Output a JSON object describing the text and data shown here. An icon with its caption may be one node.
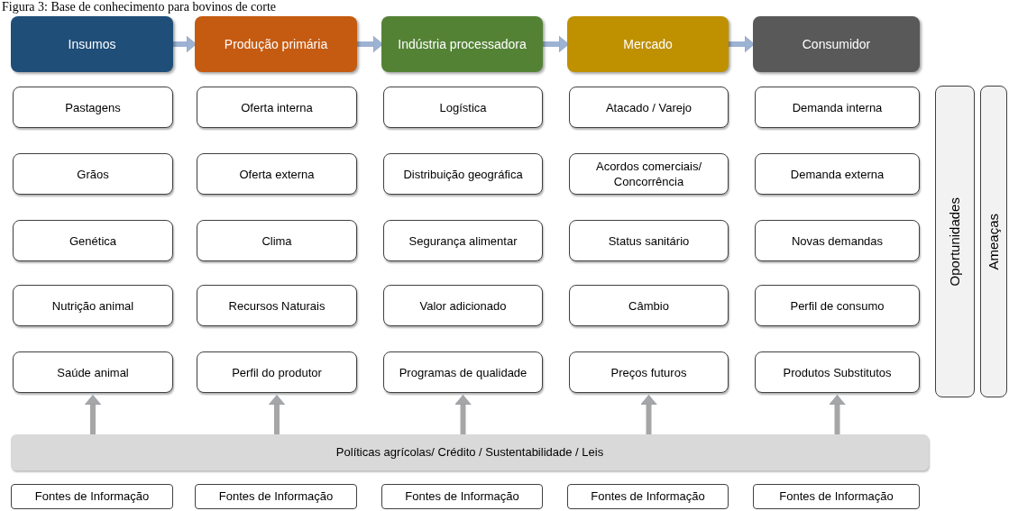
{
  "diagram": {
    "title": "Figura 3: Base de conhecimento para bovinos de corte",
    "nodes": [
      {
        "text": [
          "Insumos"
        ]
      },
      {
        "text": [
          "Produção primária"
        ]
      },
      {
        "text": [
          "Indústria processadora"
        ]
      },
      {
        "text": [
          "Mercado"
        ]
      },
      {
        "text": [
          "Consumidor"
        ]
      },
      {
        "text": [
          "Pastagens"
        ]
      },
      {
        "text": [
          "Oferta interna"
        ]
      },
      {
        "text": [
          "Logística"
        ]
      },
      {
        "text": [
          "Atacado / Varejo"
        ]
      },
      {
        "text": [
          "Demanda interna"
        ]
      },
      {
        "text": [
          "Grãos"
        ]
      },
      {
        "text": [
          "Oferta externa"
        ]
      },
      {
        "text": [
          "Distribuição geográfica"
        ]
      },
      {
        "text": [
          "Acordos comerciais/ Concorrência"
        ]
      },
      {
        "text": [
          "Demanda externa"
        ]
      },
      {
        "text": [
          "Genética"
        ]
      },
      {
        "text": [
          "Clima"
        ]
      },
      {
        "text": [
          "Segurança alimentar"
        ]
      },
      {
        "text": [
          "Status sanitário"
        ]
      },
      {
        "text": [
          "Novas demandas"
        ]
      },
      {
        "text": [
          "Nutrição animal"
        ]
      },
      {
        "text": [
          "Recursos Naturais"
        ]
      },
      {
        "text": [
          "Valor adicionado"
        ]
      },
      {
        "text": [
          "Câmbio"
        ]
      },
      {
        "text": [
          "Perfil de consumo"
        ]
      },
      {
        "text": [
          "Saúde animal"
        ]
      },
      {
        "text": [
          "Perfil do produtor"
        ]
      },
      {
        "text": [
          "Programas de qualidade"
        ]
      },
      {
        "text": [
          "Preços futuros"
        ]
      },
      {
        "text": [
          "Produtos Substitutos"
        ]
      },
      {
        "text": [
          "Oportunidades"
        ]
      },
      {
        "text": [
          "Ameaças"
        ]
      },
      {
        "text": [
          "Políticas agrícolas/ Crédito / Sustentabilidade / Leis"
        ]
      },
      {
        "text": [
          "Fontes de Informação"
        ]
      },
      {
        "text": [
          "Fontes de Informação"
        ]
      },
      {
        "text": [
          "Fontes de Informação"
        ]
      },
      {
        "text": [
          "Fontes de Informação"
        ]
      },
      {
        "text": [
          "Fontes de Informação"
        ]
      }
    ],
    "edges": [
      {
        "from": 0,
        "to": 1,
        "arrow": "to",
        "color": "#9db3d3"
      },
      {
        "from": 1,
        "to": 2,
        "arrow": "to",
        "color": "#9db3d3"
      },
      {
        "from": 2,
        "to": 3,
        "arrow": "to",
        "color": "#9db3d3"
      },
      {
        "from": 3,
        "to": 4,
        "arrow": "to",
        "color": "#9db3d3"
      },
      {
        "from": 32,
        "to": 25,
        "arrow": "to"
      },
      {
        "from": 32,
        "to": 26,
        "arrow": "to"
      },
      {
        "from": 32,
        "to": 27,
        "arrow": "to"
      },
      {
        "from": 32,
        "to": 28,
        "arrow": "to"
      },
      {
        "from": 32,
        "to": 29,
        "arrow": "to"
      }
    ]
  }
}
